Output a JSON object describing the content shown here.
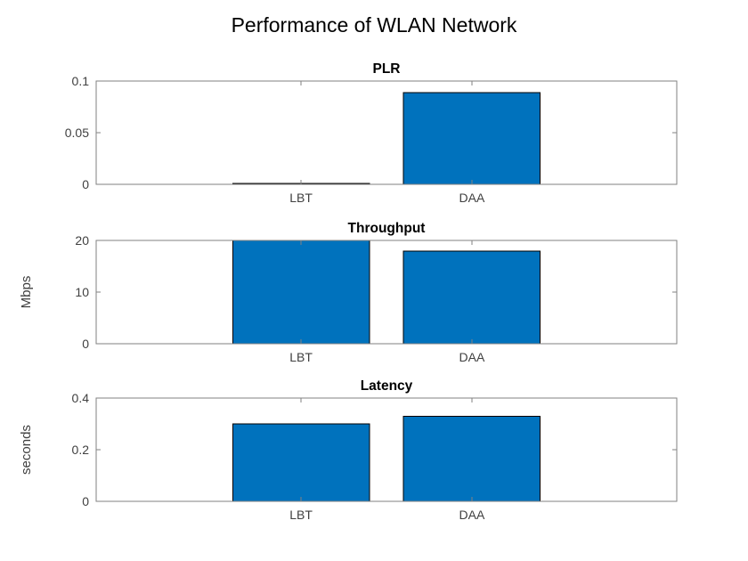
{
  "figure": {
    "title": "Performance of WLAN Network"
  },
  "colors": {
    "bar_fill": "#0072BD",
    "bar_edge": "#000000",
    "axis_line": "#828282",
    "tick_text": "#404040",
    "title_text": "#000000",
    "background": "#ffffff"
  },
  "chart_data": [
    {
      "type": "bar",
      "title": "PLR",
      "ylabel": "",
      "xlabel": "",
      "categories": [
        "LBT",
        "DAA"
      ],
      "values": [
        0.001,
        0.089
      ],
      "ylim": [
        0,
        0.1
      ],
      "yticks": [
        0,
        0.05,
        0.1
      ],
      "ytick_labels": [
        "0",
        "0.05",
        "0.1"
      ],
      "grid": false,
      "legend_position": "none"
    },
    {
      "type": "bar",
      "title": "Throughput",
      "ylabel": "Mbps",
      "xlabel": "",
      "categories": [
        "LBT",
        "DAA"
      ],
      "values": [
        20,
        17.9
      ],
      "ylim": [
        0,
        20
      ],
      "yticks": [
        0,
        10,
        20
      ],
      "ytick_labels": [
        "0",
        "10",
        "20"
      ],
      "grid": false,
      "legend_position": "none"
    },
    {
      "type": "bar",
      "title": "Latency",
      "ylabel": "seconds",
      "xlabel": "",
      "categories": [
        "LBT",
        "DAA"
      ],
      "values": [
        0.3,
        0.33
      ],
      "ylim": [
        0,
        0.4
      ],
      "yticks": [
        0,
        0.2,
        0.4
      ],
      "ytick_labels": [
        "0",
        "0.2",
        "0.4"
      ],
      "grid": false,
      "legend_position": "none"
    }
  ]
}
